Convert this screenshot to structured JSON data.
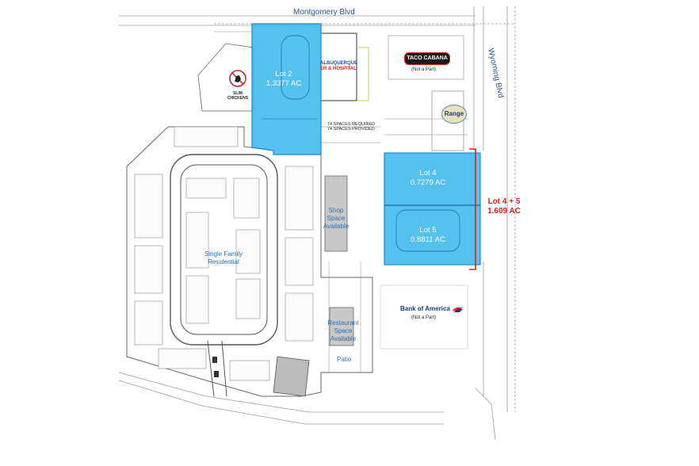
{
  "roads": {
    "montgomery": "Montgomery Blvd",
    "wyoming": "Wyoming Blvd"
  },
  "lots": {
    "lot2": {
      "name": "Lot 2",
      "area": "1.3377 AC"
    },
    "lot4": {
      "name": "Lot 4",
      "area": "0.7279 AC"
    },
    "lot5": {
      "name": "Lot 5",
      "area": "0.8811 AC"
    },
    "combined": {
      "name": "Lot 4 + 5",
      "area": "1.609 AC"
    }
  },
  "tenants": {
    "slim_chickens": "SLIM CHICKENS",
    "er_line1": "ALBUQUERQUE",
    "er_line2": "ER & HOSPITAL",
    "taco_cabana": "TACO CABANA",
    "range": "Range",
    "bank_of_america": "Bank of America",
    "not_part_taco": "(Not a Part)",
    "not_part_boa": "(Not a Part)"
  },
  "areas": {
    "shop": [
      "Shop",
      "Space",
      "Available"
    ],
    "restaurant": [
      "Restaurant",
      "Space",
      "Available"
    ],
    "single_family": [
      "Single Family",
      "Residential"
    ],
    "patio": "Patio"
  },
  "notes": {
    "parking_required": "74 SPACES REQUIRED",
    "parking_provided": "74 SPACES PROVIDED"
  },
  "colors": {
    "lot_fill": "#37b6ec",
    "lot_stroke": "#1e88c8",
    "red_bracket": "#e0201c",
    "road_text": "#2b4f9e"
  }
}
